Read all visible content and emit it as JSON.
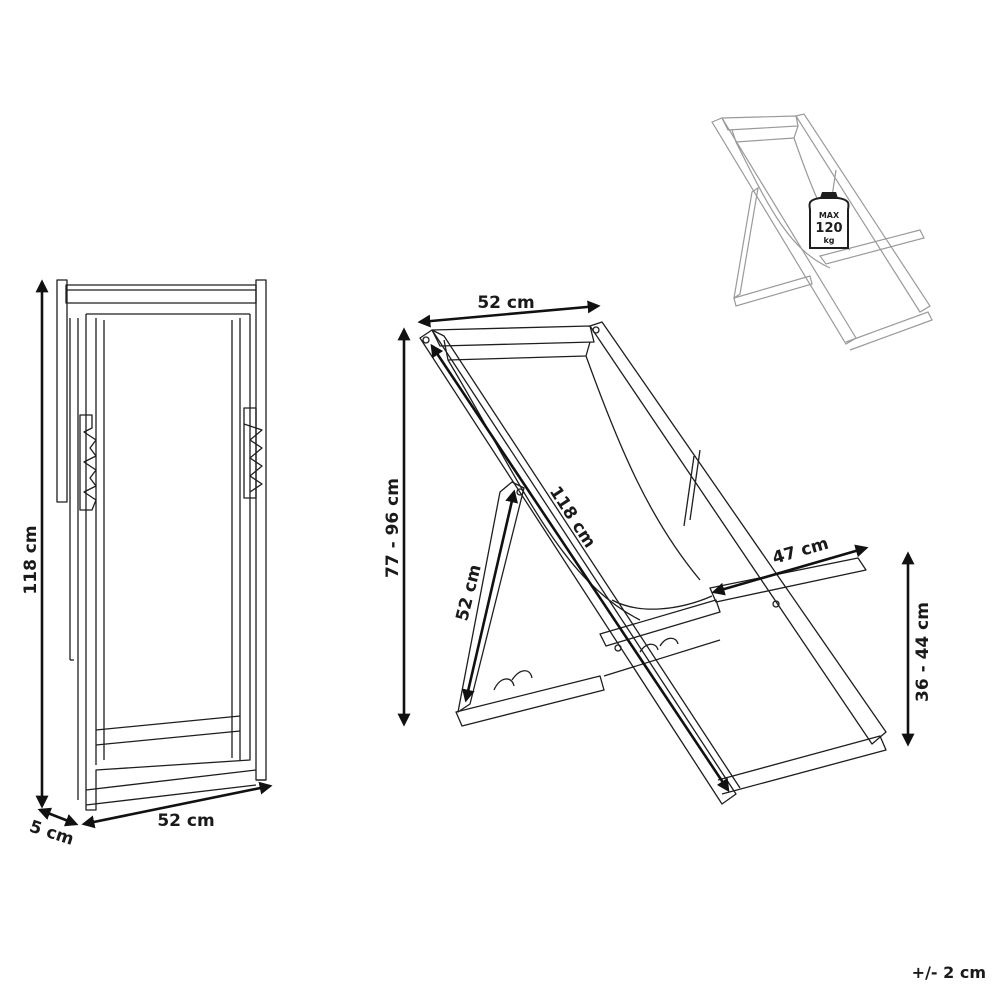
{
  "folded_view": {
    "height_label": "118 cm",
    "depth_label": "5 cm",
    "width_label": "52 cm"
  },
  "open_view": {
    "top_width_label": "52 cm",
    "back_height_label": "77 - 96 cm",
    "frame_length_label": "118 cm",
    "support_length_label": "52 cm",
    "seat_depth_label": "47 cm",
    "seat_height_label": "36 - 44 cm"
  },
  "load_badge": {
    "line1": "MAX",
    "line2": "120",
    "line3": "kg"
  },
  "tolerance_label": "+/- 2 cm"
}
